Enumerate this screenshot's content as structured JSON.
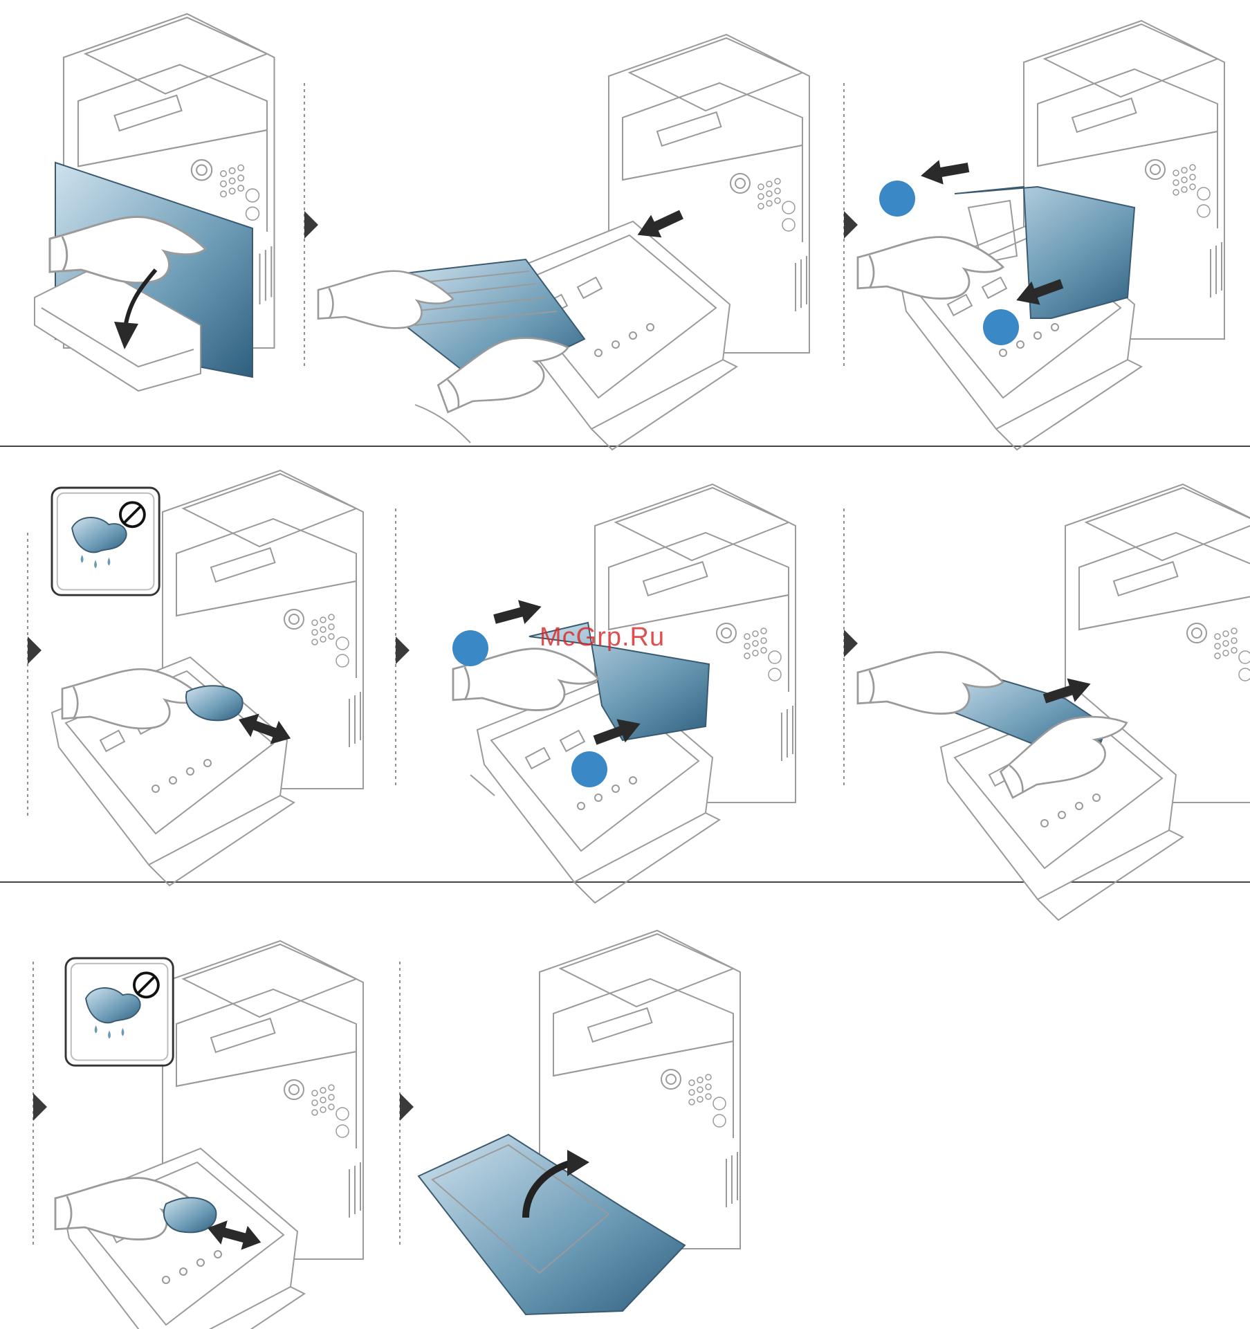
{
  "watermark": {
    "text": "McGrp.Ru"
  },
  "colors": {
    "accent_blue": "#3a88c6",
    "part_blue": "#6b9ab5",
    "line_gray": "#9a9a9a",
    "separator": "#444444"
  },
  "steps": [
    {
      "row": 1,
      "col": 1,
      "icon": "open-front-cover"
    },
    {
      "row": 1,
      "col": 2,
      "icon": "remove-toner-cartridges"
    },
    {
      "row": 1,
      "col": 3,
      "icon": "remove-waste-toner-container"
    },
    {
      "row": 2,
      "col": 1,
      "icon": "wipe-inside-dry-cloth"
    },
    {
      "row": 2,
      "col": 2,
      "icon": "insert-waste-toner-container"
    },
    {
      "row": 2,
      "col": 3,
      "icon": "insert-toner-cartridges"
    },
    {
      "row": 3,
      "col": 1,
      "icon": "wipe-inside-dry-cloth"
    },
    {
      "row": 3,
      "col": 2,
      "icon": "close-front-cover"
    }
  ],
  "warnings": [
    {
      "icon": "no-wet-cloth-icon"
    },
    {
      "icon": "no-wet-cloth-icon"
    }
  ]
}
